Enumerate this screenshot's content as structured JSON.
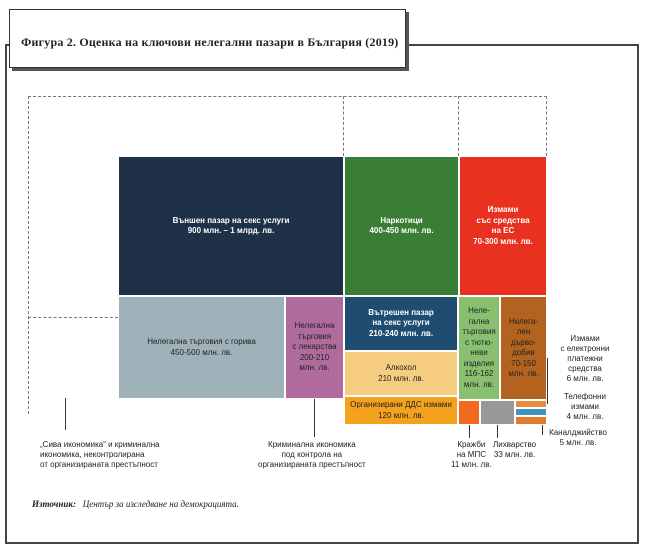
{
  "figure": {
    "title": "Фигура 2.   Оценка на ключови нелегални пазари в България (2019)",
    "source_label": "Източник:",
    "source_text": "Център за изследване на демокрацията."
  },
  "colors": {
    "sex_external": "#1e3148",
    "drugs": "#3a7d35",
    "eu_funds": "#e8311f",
    "fuel": "#9fb2ba",
    "medicines": "#b06b9d",
    "sex_internal": "#1f4c71",
    "tobacco": "#88c06f",
    "timber": "#b4621f",
    "alcohol": "#f6cd80",
    "vat": "#f4a11d",
    "mps": "#f26a21",
    "scrap": "#979898",
    "payments": "#e88a3a",
    "telephone": "#3f95c0",
    "dispatch": "#e37a2c"
  },
  "chart_data": {
    "type": "treemap",
    "title": "Оценка на ключови нелегални пазари в България (2019)",
    "unit": "млн. лв.",
    "items": [
      {
        "key": "sex_external",
        "label": "Външен пазар на секс услуги",
        "value_text": "900 млн. – 1 млрд. лв.",
        "min": 900,
        "max": 1000,
        "group": "organized"
      },
      {
        "key": "drugs",
        "label": "Наркотици",
        "value_text": "400-450 млн. лв.",
        "min": 400,
        "max": 450,
        "group": "organized"
      },
      {
        "key": "eu_funds",
        "label": "Измами със средства на ЕС",
        "value_text": "70-300 млн. лв.",
        "min": 70,
        "max": 300,
        "group": "organized"
      },
      {
        "key": "fuel",
        "label": "Нелегална търговия с горива",
        "value_text": "450-500 млн. лв.",
        "min": 450,
        "max": 500,
        "group": "grey"
      },
      {
        "key": "medicines",
        "label": "Нелегална търговия с лекарства",
        "value_text": "200-210 млн. лв.",
        "min": 200,
        "max": 210,
        "group": "controlled"
      },
      {
        "key": "sex_internal",
        "label": "Вътрешен пазар на секс услуги",
        "value_text": "210-240 млн. лв.",
        "min": 210,
        "max": 240,
        "group": "organized"
      },
      {
        "key": "tobacco",
        "label": "Нелегална търговия с тютюневи изделия",
        "value_text": "116-162 млн. лв.",
        "min": 116,
        "max": 162,
        "group": "organized"
      },
      {
        "key": "timber",
        "label": "Нелегален дърводобив",
        "value_text": "70-150 млн. лв.",
        "min": 70,
        "max": 150,
        "group": "organized"
      },
      {
        "key": "alcohol",
        "label": "Алкохол",
        "value_text": "210 млн. лв.",
        "min": 210,
        "max": 210,
        "group": "organized"
      },
      {
        "key": "vat",
        "label": "Организирани ДДС измами",
        "value_text": "120 млн. лв.",
        "min": 120,
        "max": 120,
        "group": "organized"
      },
      {
        "key": "mps",
        "label": "Кражби на МПС",
        "value_text": "11 млн. лв.",
        "min": 11,
        "max": 11,
        "group": "organized"
      },
      {
        "key": "scrap",
        "label": "Лихварство",
        "value_text": "33 млн. лв.",
        "min": 33,
        "max": 33,
        "group": "organized"
      },
      {
        "key": "payments",
        "label": "Измами с електронни платежни средства",
        "value_text": "6 млн. лв.",
        "min": 6,
        "max": 6,
        "group": "organized"
      },
      {
        "key": "telephone",
        "label": "Телефонни измами",
        "value_text": "4 млн. лв.",
        "min": 4,
        "max": 4,
        "group": "organized"
      },
      {
        "key": "dispatch",
        "label": "Каналджийство",
        "value_text": "5 млн. лв.",
        "min": 5,
        "max": 5,
        "group": "organized"
      }
    ]
  },
  "cells": {
    "sex_external": "Външен пазар на секс услуги\n900 млн. – 1 млрд. лв.",
    "drugs": "Наркотици\n400-450 млн. лв.",
    "eu_funds": "Измами\nсъс средства\nна ЕС\n70-300 млн. лв.",
    "fuel": "Нелегална търговия с горива\n450-500 млн. лв.",
    "medicines": "Нелегална\nтърговия\nс лекарства\n200-210\nмлн. лв.",
    "sex_internal": "Вътрешен пазар\nна секс услуги\n210-240 млн. лв.",
    "tobacco": "Неле-\nгална\nтърговия\nс тютю-\nневи\nизделия\n116-162\nмлн. лв.",
    "timber": "Нелега-\nлен\nдърво-\nдобив\n70-150\nмлн. лв.",
    "alcohol": "Алкохол\n210 млн. лв.",
    "vat": "Организирани ДДС измами\n120 млн. лв."
  },
  "annotations": {
    "grey": "„Сива икономика“ и криминална\nикономика, неконтролирана\nот организираната престъпност",
    "controlled": "Криминална икономика\nпод контрола на\nорганизираната престъпност",
    "mps": "Кражби\nна МПС\n11 млн. лв.",
    "scrap": "Лихварство\n33 млн. лв.",
    "payments": "Измами\nс електронни\nплатежни\nсредства\n6 млн. лв.",
    "telephone": "Телефонни\nизмами\n4 млн. лв.",
    "dispatch": "Каналджийство\n5 млн. лв."
  }
}
